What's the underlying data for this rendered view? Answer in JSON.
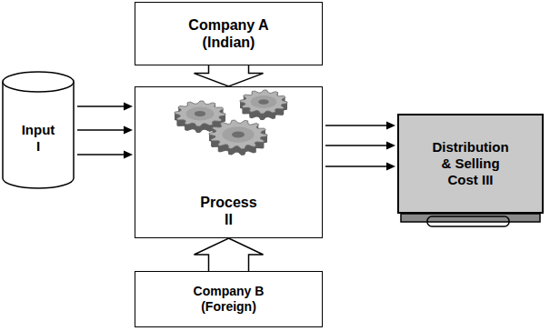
{
  "diagram": {
    "nodes": [
      {
        "text": [
          "Company A (Indian)"
        ]
      },
      {
        "text": [
          "Input I"
        ]
      },
      {
        "text": [
          "Process II"
        ]
      },
      {
        "text": [
          "Distribution & Selling Cost III"
        ]
      },
      {
        "text": [
          "Company B (Foreign)"
        ]
      }
    ],
    "edges": [
      {
        "from": 0,
        "to": 2,
        "arrow": "to"
      },
      {
        "from": 1,
        "to": 2,
        "arrow": "to"
      },
      {
        "from": 2,
        "to": 3,
        "arrow": "to"
      },
      {
        "from": 4,
        "to": 2,
        "arrow": "to"
      }
    ]
  }
}
